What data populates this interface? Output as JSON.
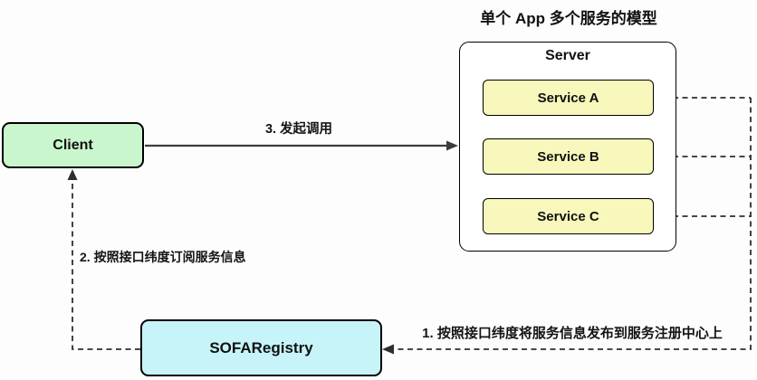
{
  "title": "单个 App 多个服务的模型",
  "client": {
    "label": "Client"
  },
  "server": {
    "label": "Server",
    "services": [
      {
        "label": "Service A"
      },
      {
        "label": "Service B"
      },
      {
        "label": "Service C"
      }
    ]
  },
  "registry": {
    "label": "SOFARegistry"
  },
  "arrows": {
    "invoke": {
      "label": "3. 发起调用"
    },
    "subscribe": {
      "label": "2. 按照接口纬度订阅服务信息"
    },
    "publish": {
      "label": "1. 按照接口纬度将服务信息发布到服务注册中心上"
    }
  },
  "colors": {
    "client_fill": "#c9f6cd",
    "service_fill": "#f8f8bd",
    "registry_fill": "#c6f4f9",
    "line": "#2e2e2e",
    "solid_line": "#3c3c3c"
  }
}
